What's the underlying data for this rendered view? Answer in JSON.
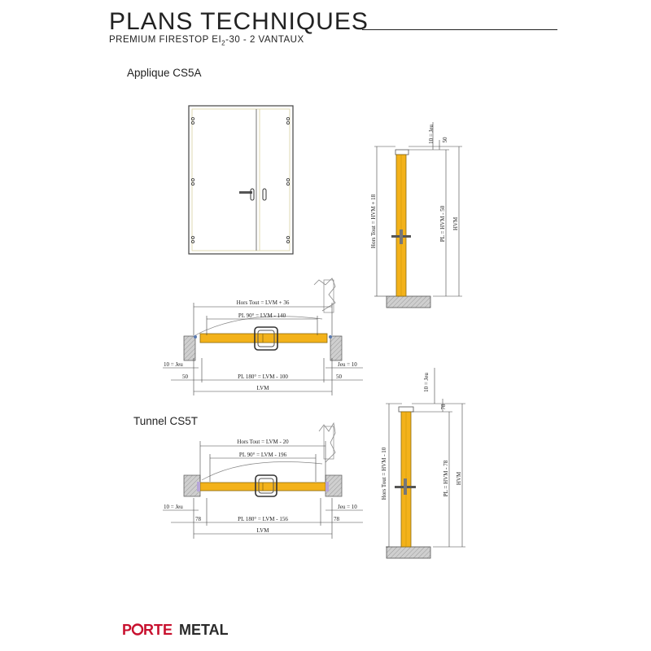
{
  "header": {
    "title": "PLANS TECHNIQUES",
    "subtitle_before": "PREMIUM FIRESTOP  EI",
    "subtitle_sub": "2",
    "subtitle_after": "-30 - 2 VANTAUX"
  },
  "sections": {
    "applique": "Applique CS5A",
    "tunnel": "Tunnel CS5T"
  },
  "plan_applique": {
    "hors_tout": "Hors Tout = LVM + 36",
    "pl90": "PL 90° = LVM - 140",
    "jeu_left": "10 = Jeu",
    "jeu_right": "Jeu = 10",
    "dim_left": "50",
    "dim_right": "50",
    "pl180": "PL 180° = LVM - 100",
    "lvm": "LVM"
  },
  "section_applique": {
    "jeu": "10 = Jeu",
    "dim_top": "50",
    "hors_tout": "Hors Tout = HVM + 18",
    "pl": "PL = HVM - 50",
    "hvm": "HVM"
  },
  "plan_tunnel": {
    "hors_tout": "Hors Tout = LVM - 20",
    "pl90": "PL 90° = LVM - 196",
    "jeu_left": "10 = Jeu",
    "jeu_right": "Jeu = 10",
    "dim_left": "78",
    "dim_right": "78",
    "pl180": "PL 180° = LVM - 156",
    "lvm": "LVM"
  },
  "section_tunnel": {
    "jeu": "10 = Jeu",
    "dim_top": "78",
    "hors_tout": "Hors Tout = HVM - 10",
    "pl": "PL = HVM - 78",
    "hvm": "HVM"
  },
  "logo": {
    "brand_a": "P",
    "brand_b": "RTE",
    "brand_c": "METAL",
    "colors": {
      "accent": "#c8102e",
      "dark": "#2a2a2a"
    }
  },
  "colors": {
    "leaf": "#f3b21a",
    "leaf_edge": "#b07a00",
    "wall": "#c9c9c9",
    "frame_line": "#c8c090"
  }
}
